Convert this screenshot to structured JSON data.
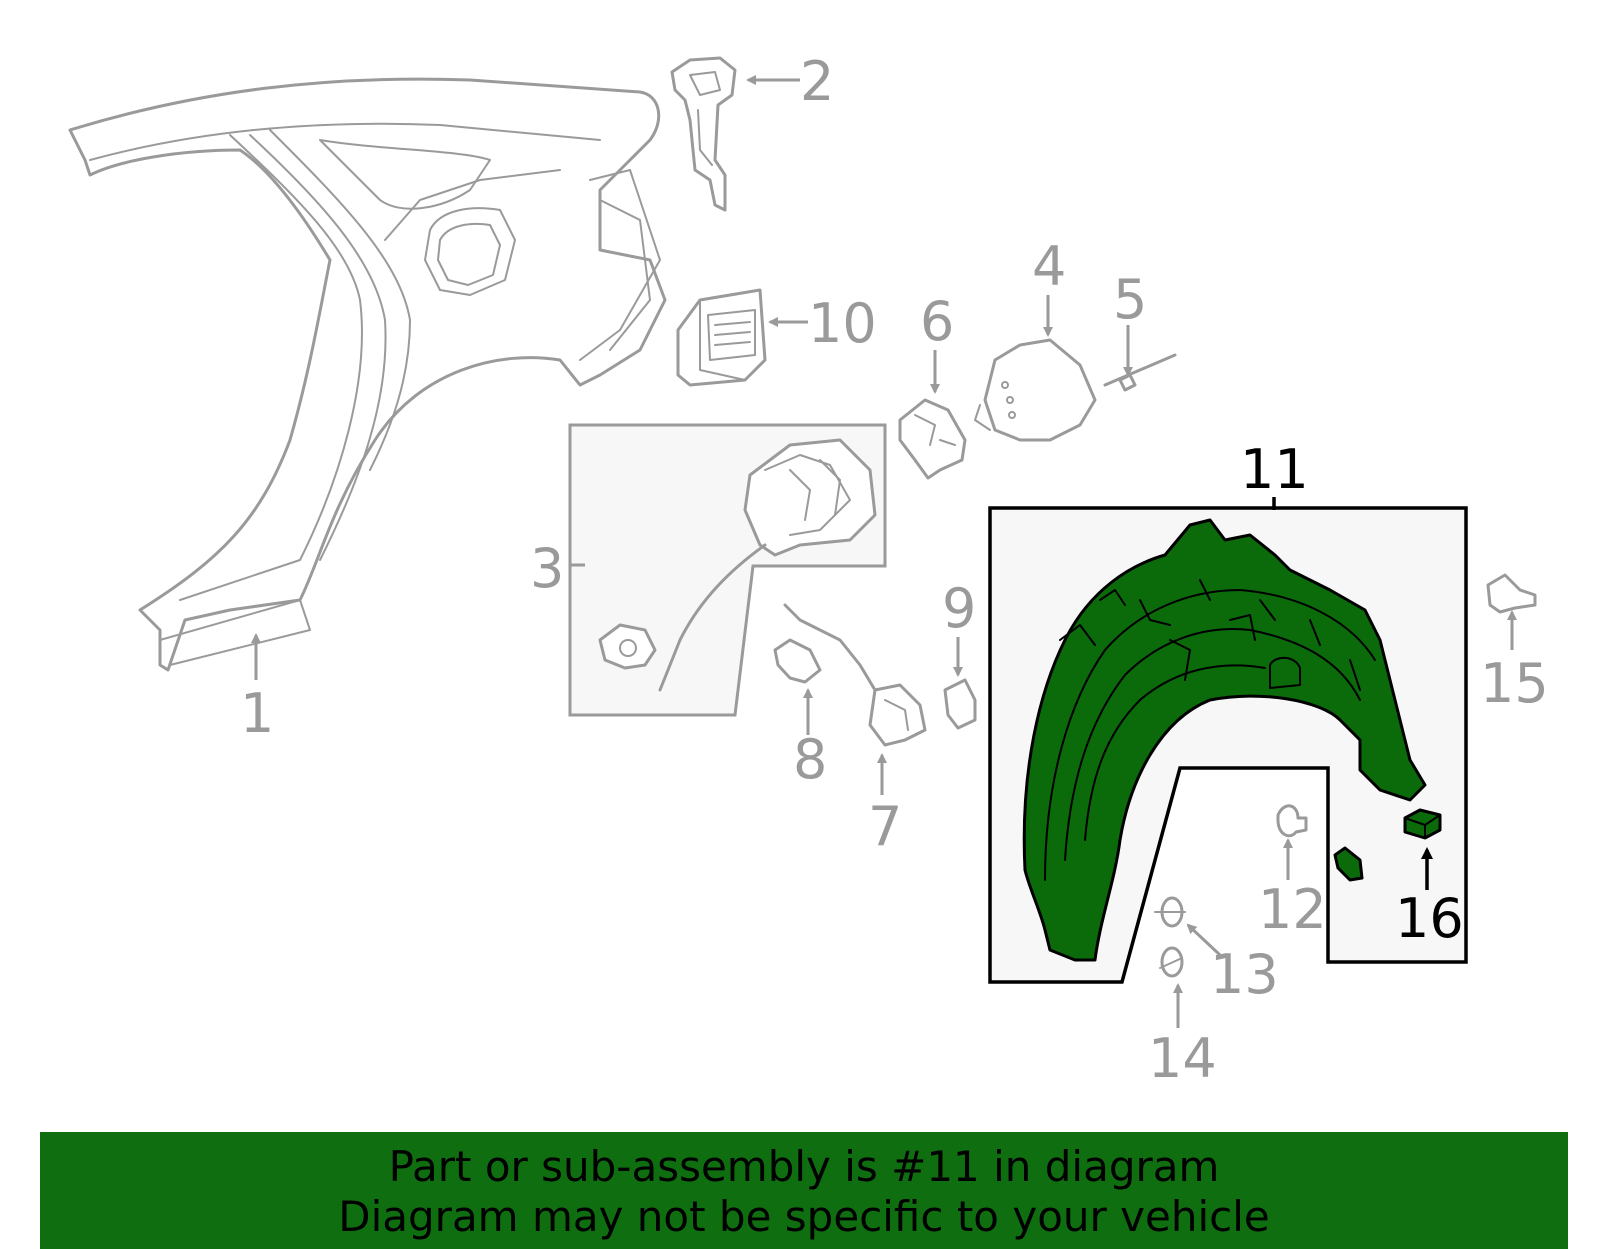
{
  "diagram": {
    "callouts": [
      "1",
      "2",
      "3",
      "4",
      "5",
      "6",
      "7",
      "8",
      "9",
      "10",
      "11",
      "12",
      "13",
      "14",
      "15",
      "16"
    ],
    "highlighted_part": "11",
    "colors": {
      "highlight": "#0b6b0b",
      "outline": "#9a9a9a",
      "banner": "#0f6e0f"
    }
  },
  "banner": {
    "line1": "Part or sub-assembly is #11 in diagram",
    "line2": "Diagram may not be specific to your vehicle"
  }
}
